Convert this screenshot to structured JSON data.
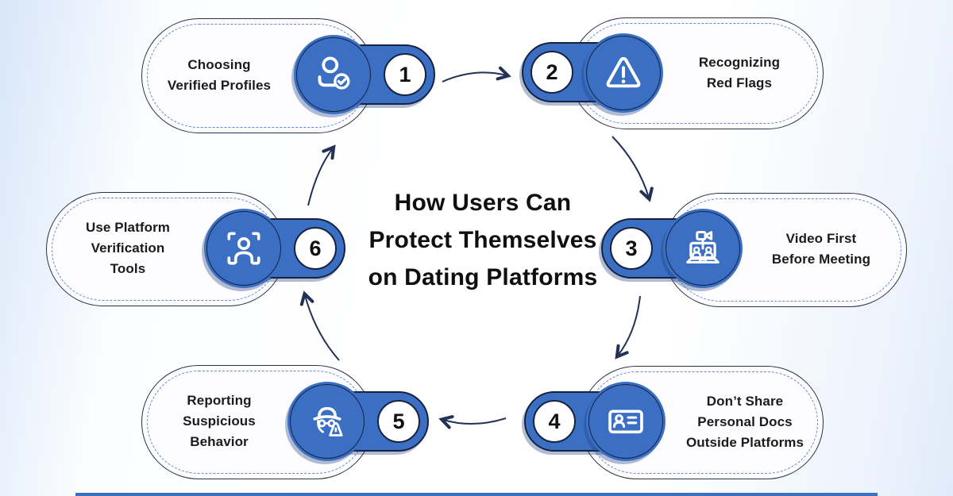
{
  "title": {
    "line1": "How Users Can",
    "line2": "Protect Themselves",
    "line3": "on Dating Platforms"
  },
  "steps": [
    {
      "number": "1",
      "label": "Choosing\nVerified Profiles",
      "icon": "verified-profile-icon"
    },
    {
      "number": "2",
      "label": "Recognizing\nRed Flags",
      "icon": "warning-triangle-icon"
    },
    {
      "number": "3",
      "label": "Video First\nBefore Meeting",
      "icon": "video-call-icon"
    },
    {
      "number": "4",
      "label": "Don’t Share\nPersonal Docs\nOutside Platforms",
      "icon": "id-card-icon"
    },
    {
      "number": "5",
      "label": "Reporting\nSuspicious\nBehavior",
      "icon": "spy-icon"
    },
    {
      "number": "6",
      "label": "Use Platform\nVerification\nTools",
      "icon": "face-scan-icon"
    }
  ],
  "colors": {
    "accent_blue": "#3a6fc4",
    "outline_navy": "#17223f",
    "dashed_border_blue": "#5d8bd9",
    "arrow_navy": "#233156",
    "text_dark": "#1b1b1b",
    "background_edge_blue": "#d7e6f9"
  }
}
